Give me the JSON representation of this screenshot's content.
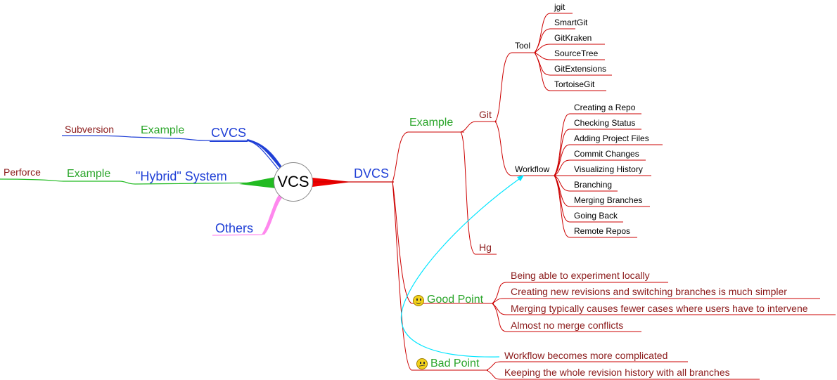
{
  "center": "VCS",
  "left": {
    "cvcs": {
      "title": "CVCS",
      "example": "Example",
      "item": "Subversion"
    },
    "hybrid": {
      "title": "\"Hybrid\" System",
      "example": "Example",
      "item": "Perforce"
    },
    "others": {
      "title": "Others"
    }
  },
  "dvcs": {
    "title": "DVCS",
    "example": {
      "title": "Example",
      "git": {
        "title": "Git",
        "tool": {
          "title": "Tool",
          "items": [
            "jgit",
            "SmartGit",
            "GitKraken",
            "SourceTree",
            "GitExtensions",
            "TortoiseGit"
          ]
        },
        "workflow": {
          "title": "Workflow",
          "items": [
            "Creating a Repo",
            "Checking Status",
            "Adding Project Files",
            "Commit Changes",
            "Visualizing History",
            "Branching",
            "Merging Branches",
            "Going Back",
            "Remote Repos"
          ]
        }
      },
      "hg": {
        "title": "Hg"
      }
    },
    "good_point": {
      "title": "Good Point",
      "icon": "smiley-icon",
      "items": [
        "Being able to experiment locally",
        "Creating new revisions and switching branches is much simpler",
        "Merging typically causes fewer cases where users have to intervene",
        "Almost no merge conflicts"
      ]
    },
    "bad_point": {
      "title": "Bad Point",
      "icon": "confused-face-icon",
      "items": [
        "Workflow becomes more complicated",
        "Keeping the whole revision history with all branches"
      ]
    }
  },
  "colors": {
    "red": "#cc0000",
    "blue": "#1f3fd6",
    "green": "#22bb22",
    "pink": "#ff88ee",
    "cyan": "#00e5ff",
    "dark_red": "#8b1a1a"
  }
}
